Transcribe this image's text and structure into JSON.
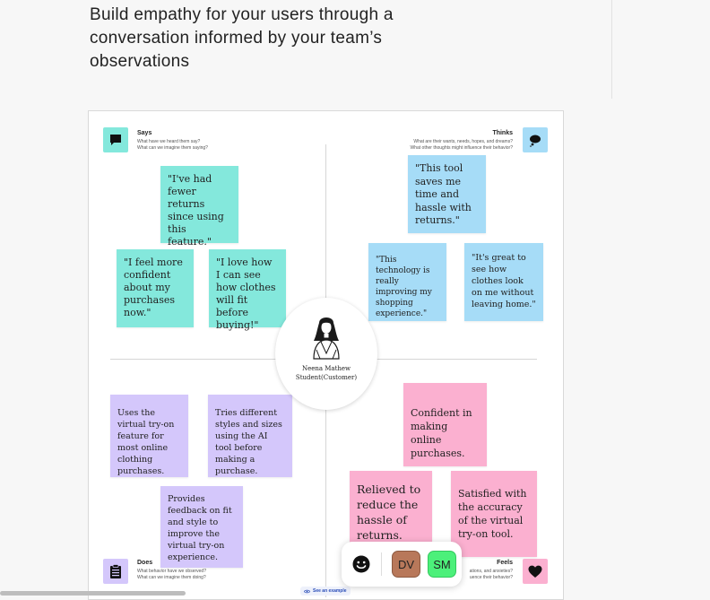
{
  "heading": "Build empathy for your users through a conversation informed by your team’s observations",
  "quadrants": {
    "says": {
      "title": "Says",
      "line1": "What have we heard them say?",
      "line2": "What can we imagine them saying?"
    },
    "thinks": {
      "title": "Thinks",
      "line1": "What are their wants, needs, hopes, and dreams?",
      "line2": "What other thoughts might influence their behavior?"
    },
    "does": {
      "title": "Does",
      "line1": "What behavior have we observed?",
      "line2": "What can we imagine them doing?"
    },
    "feels": {
      "title": "Feels",
      "line1": "ations, and anxieties?",
      "line2": "uence their behavior?"
    }
  },
  "stickies": {
    "says1": "\"I've had fewer returns since using this feature.\"",
    "says2": "\"I feel more confident about my purchases now.\"",
    "says3": "\"I love how I can see how clothes will fit before buying!\"",
    "thinks1": "\"This tool saves me time and hassle with returns.\"",
    "thinks2": "\"This technology is really improving my shopping experience.\"",
    "thinks3": "\"It's great to see how clothes look on me without leaving home.\"",
    "does1": "Uses the virtual try-on feature for most online clothing purchases.",
    "does2": "Tries different styles and sizes using the AI tool before making a purchase.",
    "does3": "Provides feedback on fit and style to improve the virtual try-on experience.",
    "feels1": "Confident in making online purchases.",
    "feels2": "Relieved to reduce the hassle of returns.",
    "feels3": "Satisfied with the accuracy of the virtual try-on tool."
  },
  "persona": {
    "name": "Neena Mathew",
    "role": "Student(Customer)"
  },
  "example_link": "See an example",
  "toolbar": {
    "avatar1": "DV",
    "avatar2": "SM"
  },
  "colors": {
    "teal": "#84e8dc",
    "blue": "#a6dcf7",
    "purple": "#d4c7fb",
    "pink": "#fbb0d0",
    "avatar_dv": "#b8785a",
    "avatar_sm": "#4cf07a"
  },
  "icons": {
    "says": "speech-bubble-icon",
    "thinks": "thought-cloud-icon",
    "does": "clipboard-icon",
    "feels": "heart-icon",
    "emoji": "smiley-icon",
    "example": "eye-icon"
  }
}
